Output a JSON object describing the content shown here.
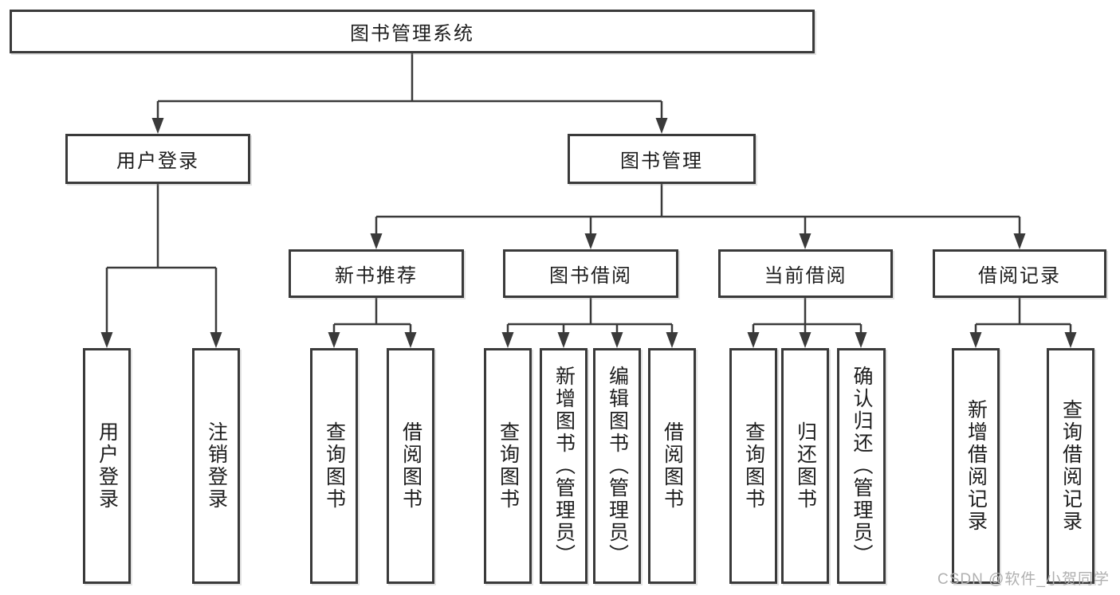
{
  "diagram": {
    "root": {
      "label": "图书管理系统"
    },
    "user_login": {
      "label": "用户登录",
      "children": [
        {
          "label": "用户登录"
        },
        {
          "label": "注销登录"
        }
      ]
    },
    "book_management": {
      "label": "图书管理",
      "sections": [
        {
          "label": "新书推荐",
          "children": [
            {
              "label": "查询图书"
            },
            {
              "label": "借阅图书"
            }
          ]
        },
        {
          "label": "图书借阅",
          "children": [
            {
              "label": "查询图书"
            },
            {
              "label": "新增图书（管理员）"
            },
            {
              "label": "编辑图书（管理员）"
            },
            {
              "label": "借阅图书"
            }
          ]
        },
        {
          "label": "当前借阅",
          "children": [
            {
              "label": "查询图书"
            },
            {
              "label": "归还图书"
            },
            {
              "label": "确认归还（管理员）"
            }
          ]
        },
        {
          "label": "借阅记录",
          "children": [
            {
              "label": "新增借阅记录"
            },
            {
              "label": "查询借阅记录"
            }
          ]
        }
      ]
    }
  },
  "watermark": {
    "text": "CSDN @软件_小贺同学"
  },
  "colors": {
    "line": "#3a3a3a",
    "box_border": "#3a3a3a",
    "text": "#1d1d1d",
    "watermark": "#b0b0b0",
    "background": "#ffffff"
  }
}
